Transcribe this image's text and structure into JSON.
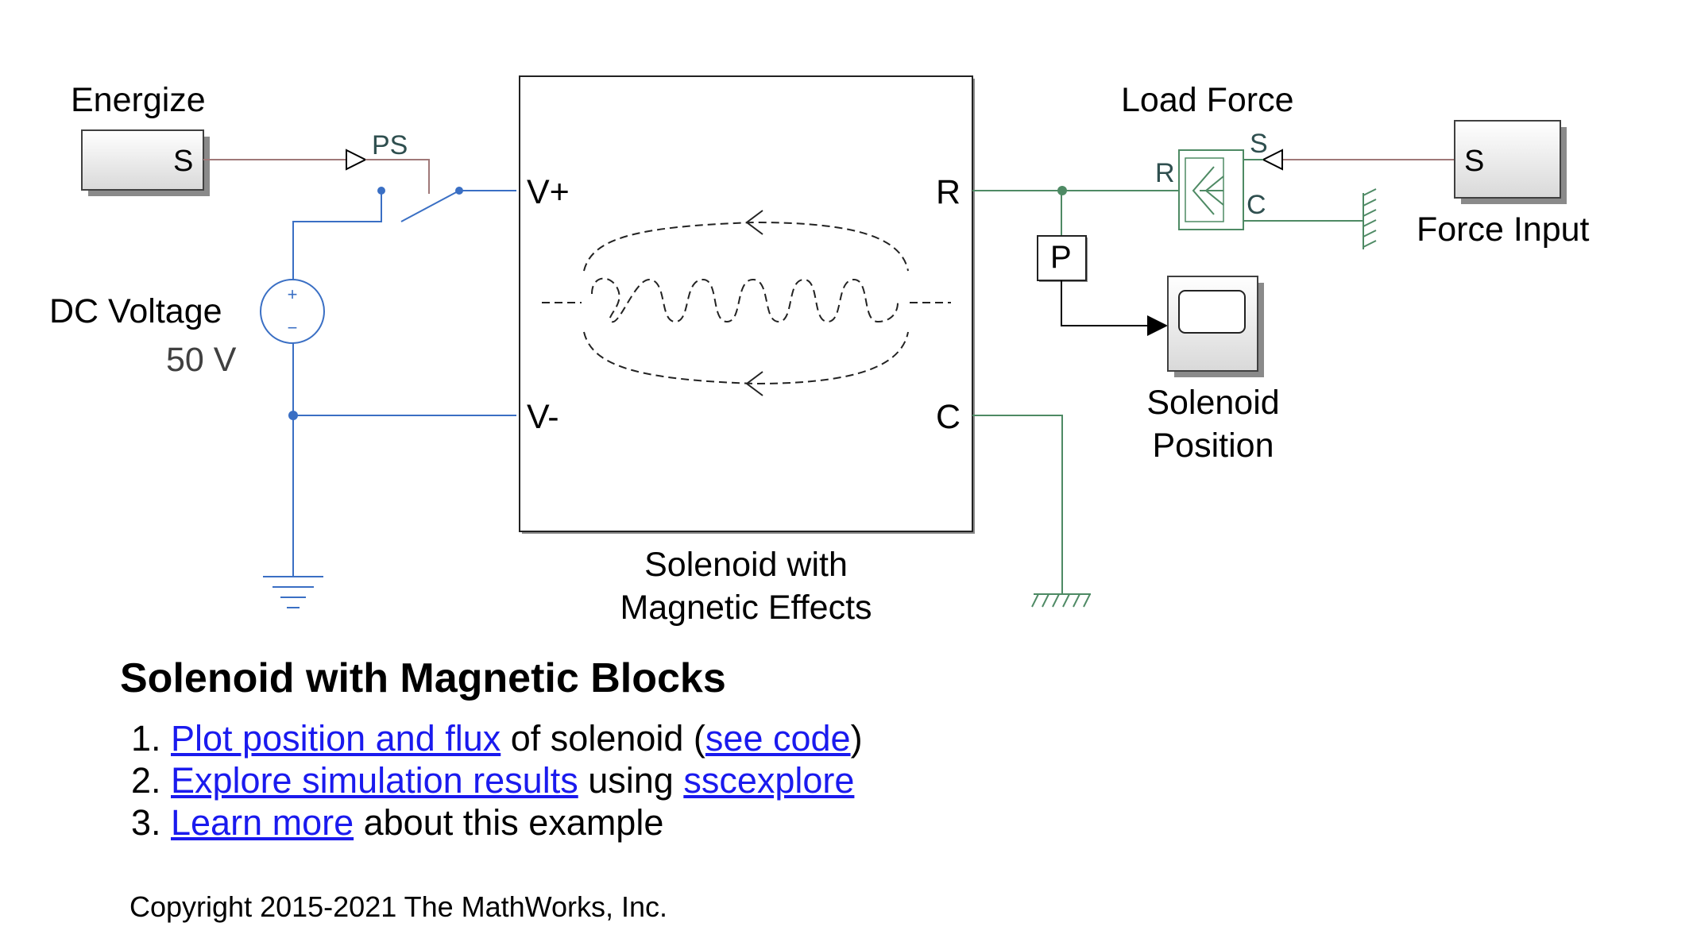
{
  "blocks": {
    "energize": {
      "label": "Energize",
      "port": "S"
    },
    "ps_converter": {
      "label": "PS"
    },
    "dc_voltage": {
      "label": "DC Voltage",
      "value": "50 V",
      "plus": "+",
      "minus": "−"
    },
    "solenoid": {
      "label_line1": "Solenoid with",
      "label_line2": "Magnetic Effects",
      "port_v_plus": "V+",
      "port_v_minus": "V-",
      "port_r": "R",
      "port_c": "C"
    },
    "load_force": {
      "label": "Load Force",
      "port_s": "S",
      "port_r": "R",
      "port_c": "C"
    },
    "force_input": {
      "label": "Force Input",
      "port": "S"
    },
    "position_sensor": {
      "label": "P"
    },
    "scope": {
      "label_line1": "Solenoid",
      "label_line2": "Position"
    }
  },
  "annotation": {
    "title": "Solenoid with Magnetic Blocks",
    "items": [
      {
        "link1": "Plot position and flux",
        "text1": " of solenoid (",
        "link2": "see code",
        "text2": ")"
      },
      {
        "link1": "Explore simulation results",
        "text1": " using ",
        "link2": "sscexplore",
        "text2": ""
      },
      {
        "link1": "Learn more",
        "text1": " about this example",
        "link2": "",
        "text2": ""
      }
    ],
    "copyright": "Copyright 2015-2021 The MathWorks, Inc."
  },
  "colors": {
    "electrical": "#3a6fc4",
    "mechanical": "#4e8a64",
    "signal": "#a07878",
    "block_border": "#404040"
  }
}
